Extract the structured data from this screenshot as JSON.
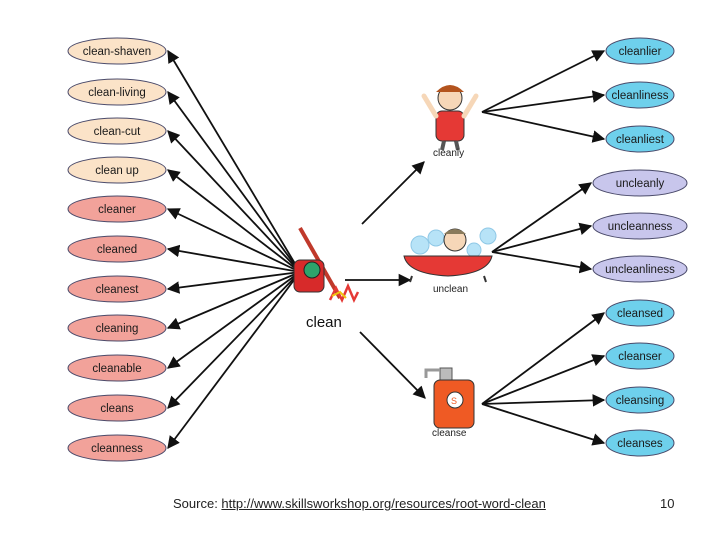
{
  "center": {
    "label": "clean"
  },
  "left_words": [
    "clean-shaven",
    "clean-living",
    "clean-cut",
    "clean up",
    "cleaner",
    "cleaned",
    "cleanest",
    "cleaning",
    "cleanable",
    "cleans",
    "cleanness"
  ],
  "right_groups": [
    {
      "caption": "cleanly",
      "words": [
        "cleanlier",
        "cleanliness",
        "cleanliest"
      ]
    },
    {
      "caption": "unclean",
      "words": [
        "uncleanly",
        "uncleanness",
        "uncleanliness"
      ]
    },
    {
      "caption": "cleanse",
      "words": [
        "cleansed",
        "cleanser",
        "cleansing",
        "cleanses"
      ]
    }
  ],
  "colors": {
    "left_top": "#fbe3c8",
    "left_bottom": "#f2a29a",
    "right_cleanly": "#6ed0ec",
    "right_unclean": "#c8c6ec",
    "right_cleanse": "#6ed0ec",
    "pill_stroke": "#4a4a6a",
    "arrow": "#111111"
  },
  "footer": {
    "source_prefix": "Source: ",
    "source_link": "http://www.skillsworkshop.org/resources/root-word-clean",
    "page_number": "10"
  }
}
